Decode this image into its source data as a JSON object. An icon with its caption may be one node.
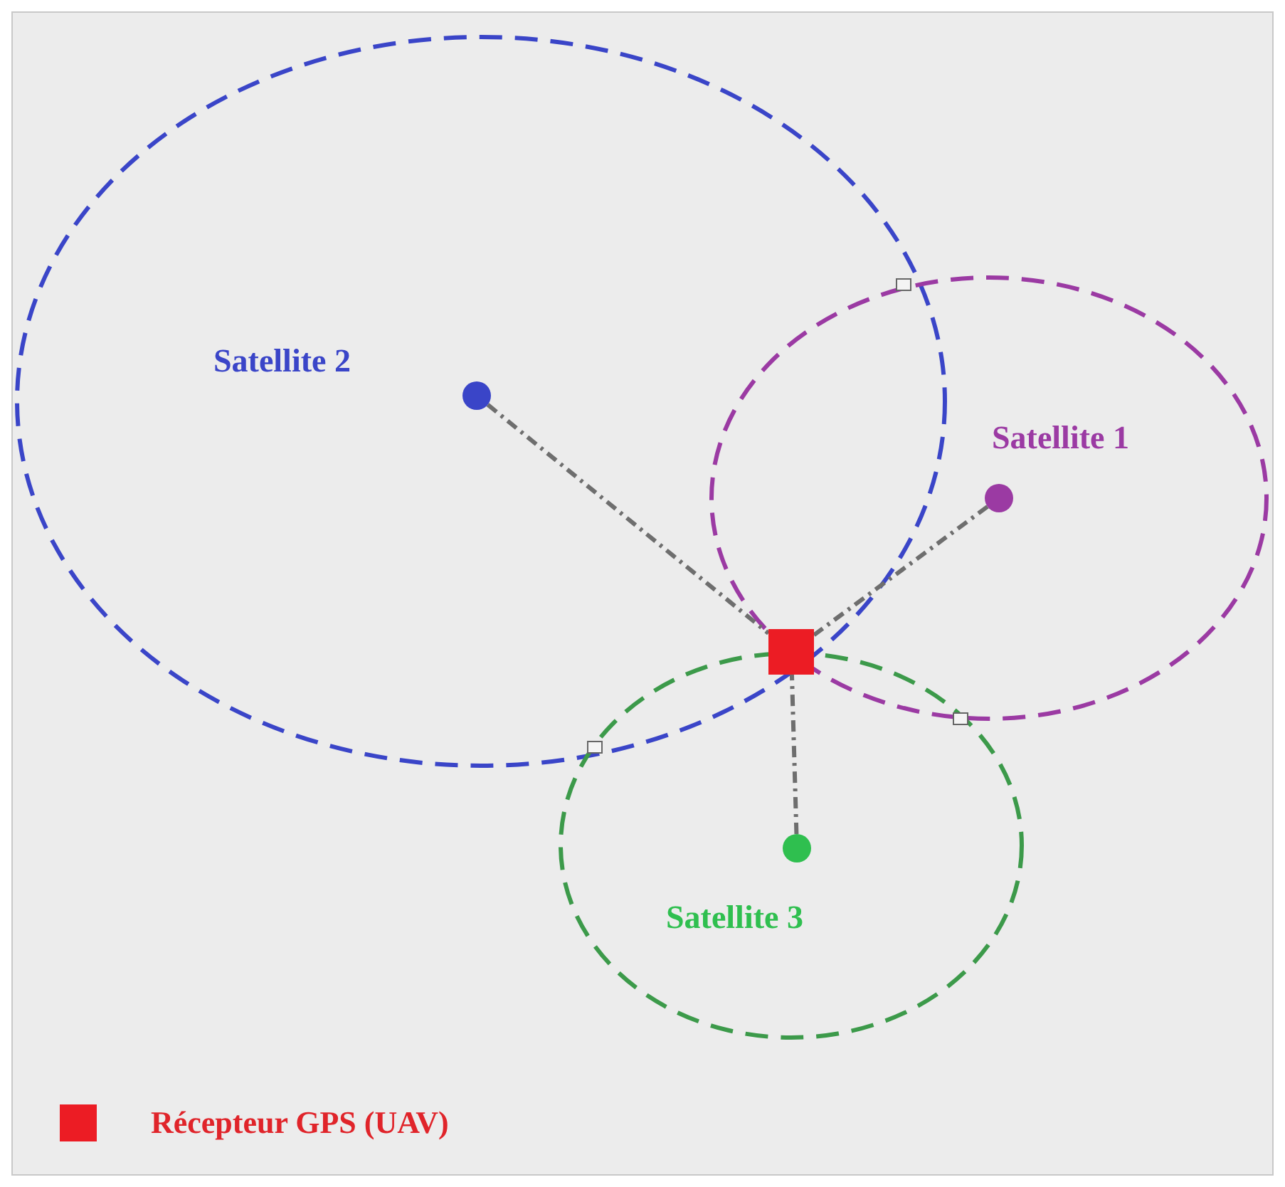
{
  "diagram": {
    "nodes": [
      {
        "text": [],
        "shape": "circle",
        "beside": [
          "Satellite 2"
        ]
      },
      {
        "text": [],
        "shape": "circle",
        "beside": [
          "Satellite 1"
        ]
      },
      {
        "text": [],
        "shape": "box"
      },
      {
        "text": [],
        "shape": "circle",
        "beside": [
          "Satellite 3"
        ]
      }
    ],
    "edges": [
      {
        "from": 0,
        "to": 2,
        "arrow": "none"
      },
      {
        "from": 1,
        "to": 2,
        "arrow": "none"
      },
      {
        "from": 3,
        "to": 2,
        "arrow": "none"
      }
    ],
    "legend": [
      {
        "text": "Récepteur GPS (UAV)",
        "color": "#ec1c24"
      }
    ]
  }
}
